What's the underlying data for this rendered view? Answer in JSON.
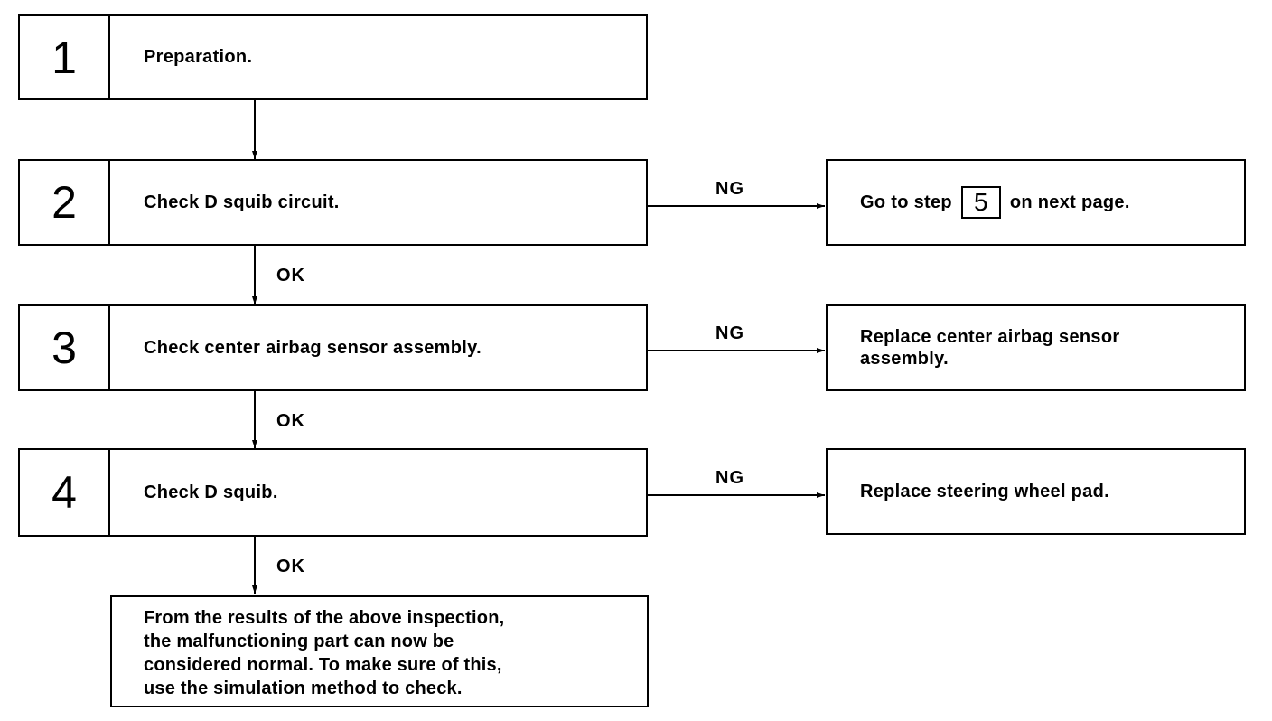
{
  "steps": [
    {
      "number": "1",
      "text": "Preparation."
    },
    {
      "number": "2",
      "text": "Check D squib circuit."
    },
    {
      "number": "3",
      "text": "Check center airbag sensor assembly."
    },
    {
      "number": "4",
      "text": "Check D squib."
    }
  ],
  "results": {
    "step2_ng": {
      "prefix": "Go to step",
      "ref": "5",
      "suffix": "on next page."
    },
    "step3_ng": "Replace center airbag sensor assembly.",
    "step4_ng": "Replace steering wheel pad."
  },
  "labels": {
    "ok": "OK",
    "ng": "NG"
  },
  "final": {
    "lines": [
      "From the results of the above inspection,",
      "the malfunctioning part can now be",
      "considered normal. To make sure of this,",
      "use the simulation method to check."
    ]
  }
}
